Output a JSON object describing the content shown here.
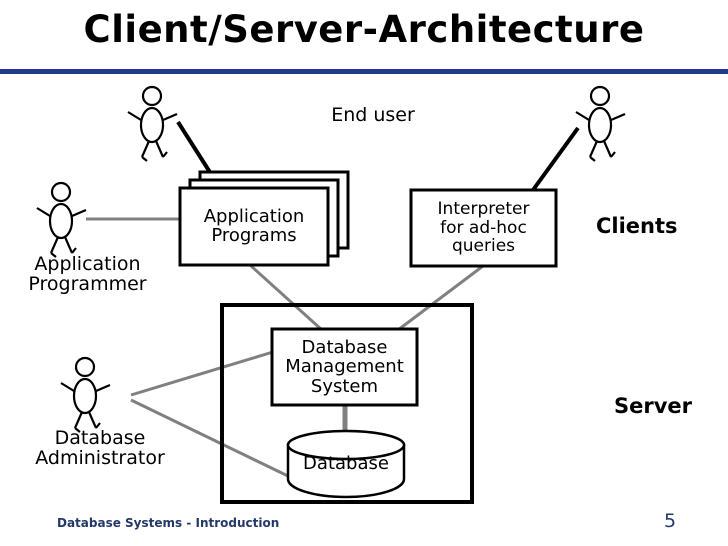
{
  "slide": {
    "title": "Client/Server-Architecture",
    "accent_color": "#1f3a8f",
    "footer_text_color": "#24386b",
    "connector_color": "#808080",
    "stroke_color": "#000000",
    "background": "#ffffff"
  },
  "diagram": {
    "nodes": {
      "application_programs": {
        "label": "Application\nPrograms",
        "shape": "stacked-rectangle"
      },
      "interpreter": {
        "label": "Interpreter\nfor ad-hoc\nqueries",
        "shape": "rectangle"
      },
      "dbms": {
        "label": "Database\nManagement\nSystem",
        "shape": "rectangle"
      },
      "database": {
        "label": "Database",
        "shape": "cylinder"
      },
      "server_boundary": {
        "label": "",
        "shape": "rectangle"
      }
    },
    "actors": [
      {
        "id": "end-user-left",
        "label": "",
        "icon": "stick-figure-icon"
      },
      {
        "id": "end-user-right",
        "label": "",
        "icon": "stick-figure-icon"
      },
      {
        "id": "application-programmer",
        "label": "Application\nProgrammer",
        "icon": "stick-figure-icon"
      },
      {
        "id": "database-administrator",
        "label": "Database\nAdministrator",
        "icon": "stick-figure-icon"
      }
    ],
    "labels": {
      "end_user": "End user",
      "clients": "Clients",
      "server": "Server"
    }
  },
  "footer": {
    "text": "Database Systems - Introduction",
    "page_number": "5"
  }
}
